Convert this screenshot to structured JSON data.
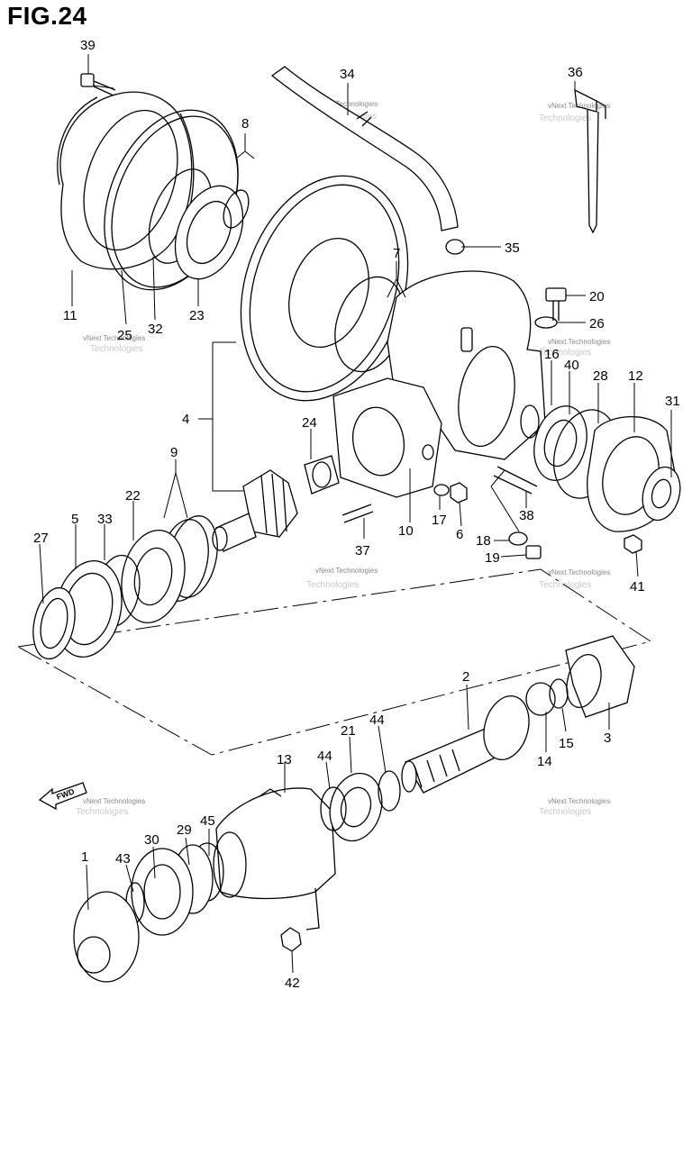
{
  "figure": {
    "title": "FIG.24",
    "watermark_line1": "vNext Technologies",
    "watermark_line2": "Technologies",
    "fwd_label": "FWD"
  },
  "callouts": [
    "1",
    "2",
    "3",
    "4",
    "5",
    "6",
    "7",
    "8",
    "9",
    "10",
    "11",
    "12",
    "13",
    "14",
    "15",
    "16",
    "17",
    "18",
    "19",
    "20",
    "21",
    "22",
    "23",
    "24",
    "25",
    "26",
    "27",
    "28",
    "29",
    "30",
    "31",
    "32",
    "33",
    "34",
    "35",
    "36",
    "37",
    "38",
    "39",
    "40",
    "41",
    "42",
    "43",
    "44",
    "44",
    "45"
  ]
}
